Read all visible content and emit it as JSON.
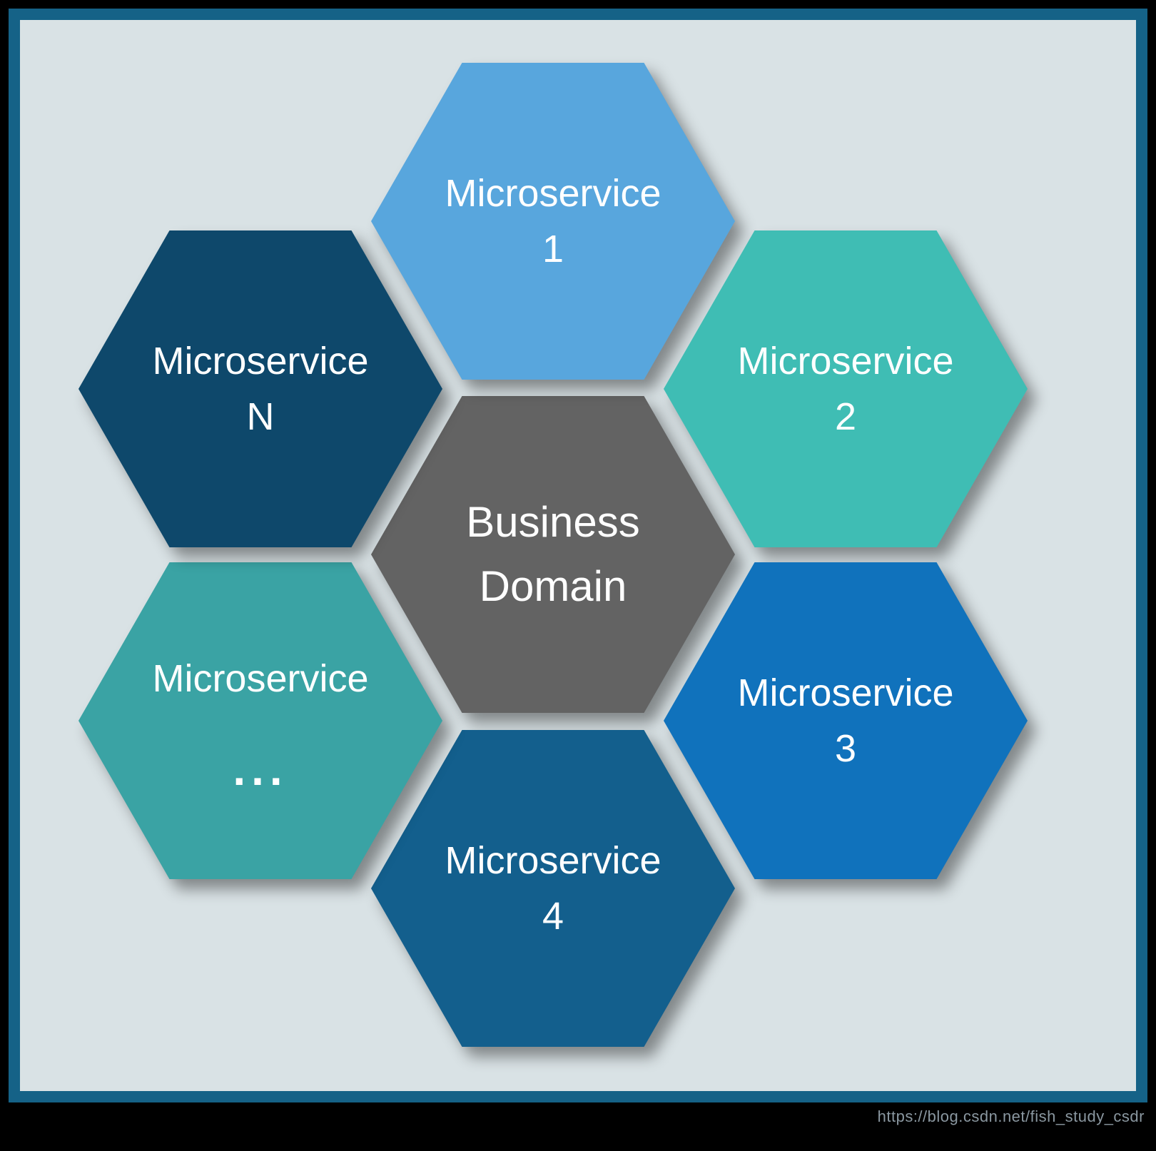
{
  "page": {
    "outer_color": "#000000",
    "frame_border_color": "#156287",
    "frame_background_color": "#D9E2E5",
    "watermark": "https://blog.csdn.net/fish_study_csdr"
  },
  "diagram": {
    "center": {
      "line1": "Business",
      "line2": "Domain",
      "color": "#636363",
      "text_color": "#FFFFFF"
    },
    "satellites": [
      {
        "name": "microservice-1",
        "line1": "Microservice",
        "line2": "1",
        "color": "#58A6DD"
      },
      {
        "name": "microservice-2",
        "line1": "Microservice",
        "line2": "2",
        "color": "#3FBDB4"
      },
      {
        "name": "microservice-3",
        "line1": "Microservice",
        "line2": "3",
        "color": "#1072BC"
      },
      {
        "name": "microservice-4",
        "line1": "Microservice",
        "line2": "4",
        "color": "#135F8D"
      },
      {
        "name": "microservice-ellipsis",
        "line1": "Microservice",
        "line2": "...",
        "color": "#3AA3A4"
      },
      {
        "name": "microservice-n",
        "line1": "Microservice",
        "line2": "N",
        "color": "#0E486B"
      }
    ]
  }
}
